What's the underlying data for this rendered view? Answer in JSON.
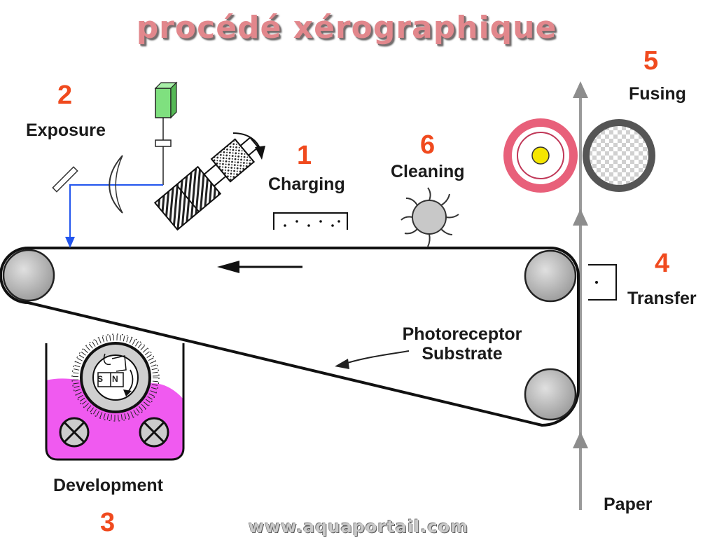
{
  "title": "procédé xérographique",
  "steps": {
    "charging": {
      "number": "1",
      "label": "Charging"
    },
    "exposure": {
      "number": "2",
      "label": "Exposure"
    },
    "development": {
      "number": "3",
      "label": "Development"
    },
    "transfer": {
      "number": "4",
      "label": "Transfer"
    },
    "fusing": {
      "number": "5",
      "label": "Fusing"
    },
    "cleaning": {
      "number": "6",
      "label": "Cleaning"
    }
  },
  "belt_label_line1": "Photoreceptor",
  "belt_label_line2": "Substrate",
  "paper_label": "Paper",
  "magnet_poles": {
    "south": "S",
    "north": "N"
  },
  "watermark": "www.aquaportail.com",
  "colors": {
    "title": "#e2878c",
    "step_number": "#f04a1e",
    "developer_fluid": "#f05af0",
    "laser_beam": "#2255ee",
    "laser_source": "#7fe07f",
    "fuser_ring": "#e8607a",
    "fuser_core": "#f5e600",
    "rollers": "#b5b5b5",
    "paper_path": "#999999"
  },
  "icons": [
    "mirror-icon",
    "lens-icon",
    "laser-icon",
    "polygon-mirror-icon",
    "charger-icon",
    "cleaning-brush-icon",
    "fuser-roller-icon",
    "pressure-roller-icon",
    "developer-roller-icon",
    "toner-agitator-icon",
    "transfer-corotron-icon"
  ]
}
